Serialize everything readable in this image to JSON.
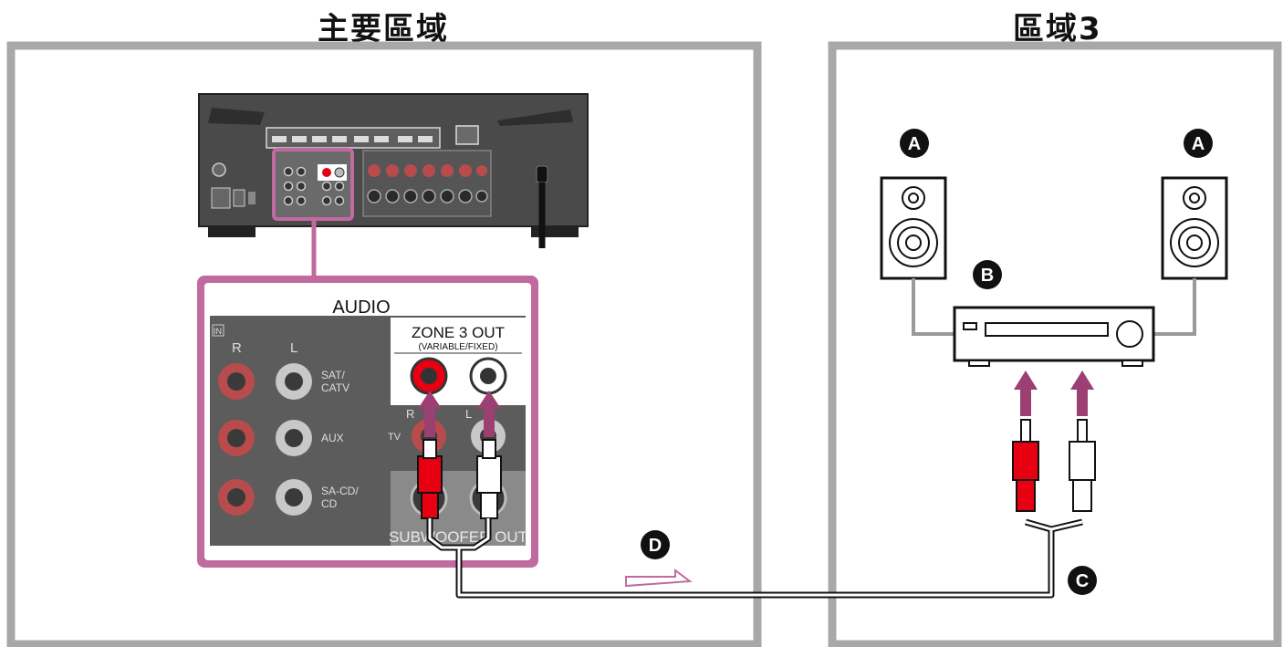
{
  "zones": {
    "main_title": "主要區域",
    "zone3_title": "區域3"
  },
  "markers": {
    "speaker_left": "A",
    "speaker_right": "A",
    "amplifier": "B",
    "cable": "C",
    "direction": "D"
  },
  "panel": {
    "header": "AUDIO",
    "in_label": "IN",
    "in_r": "R",
    "in_l": "L",
    "row1": [
      "SAT/",
      "CATV"
    ],
    "row2": "AUX",
    "row3": [
      "SA-CD/",
      "CD"
    ],
    "zone3_out": "ZONE 3 OUT",
    "zone3_sub": "(VARIABLE/FIXED)",
    "tv_label": "TV",
    "tv_r": "R",
    "tv_l": "L",
    "subwoofer": "SUBWOOFER OUT"
  },
  "colors": {
    "frame": "#a8a8a8",
    "highlight": "#c06aa0",
    "arrow": "#9c3f72",
    "plug_red": "#e60012",
    "receiver": "#4a4a4a"
  }
}
